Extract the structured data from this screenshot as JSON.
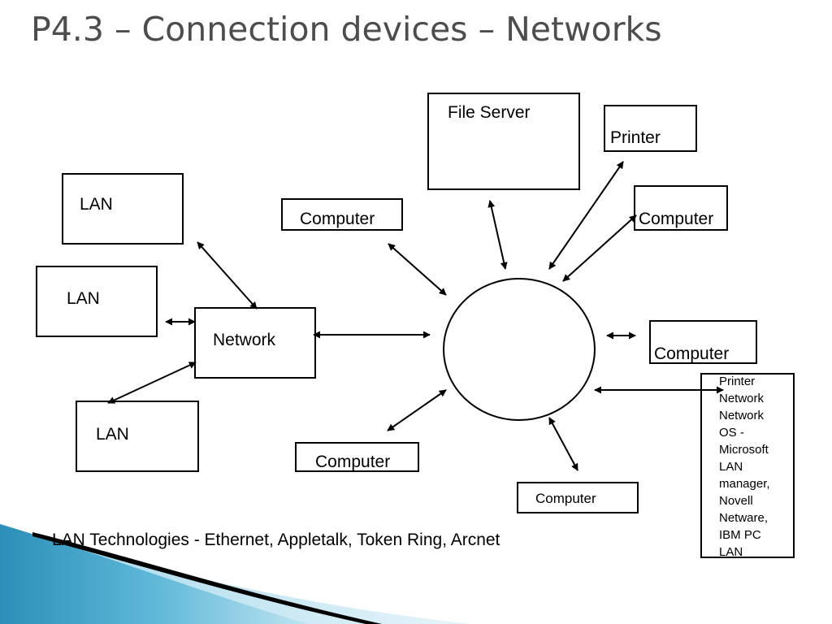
{
  "slide": {
    "title": "P4.3 – Connection devices – Networks",
    "footer": "LAN Technologies - Ethernet, Appletalk, Token Ring, Arcnet"
  },
  "nodes": {
    "lan_top": "LAN",
    "lan_middle": "LAN",
    "lan_bottom": "LAN",
    "network": "Network",
    "file_server": "File Server",
    "printer": "Printer",
    "computer_top_left": "Computer",
    "computer_top_right": "Computer",
    "computer_right": "Computer",
    "computer_bottom_left": "Computer",
    "computer_bottom": "Computer"
  },
  "side_note": {
    "lines": [
      "Printer",
      "Network",
      "Network",
      "OS -",
      "Microsoft",
      "LAN",
      "manager,",
      "Novell",
      "Netware,",
      "IBM PC",
      "LAN"
    ]
  },
  "colors": {
    "title": "#4d4d4d",
    "decor_blue_light": "#8fd0e6",
    "decor_blue_dark": "#2b8fb8",
    "decor_black": "#000000"
  }
}
